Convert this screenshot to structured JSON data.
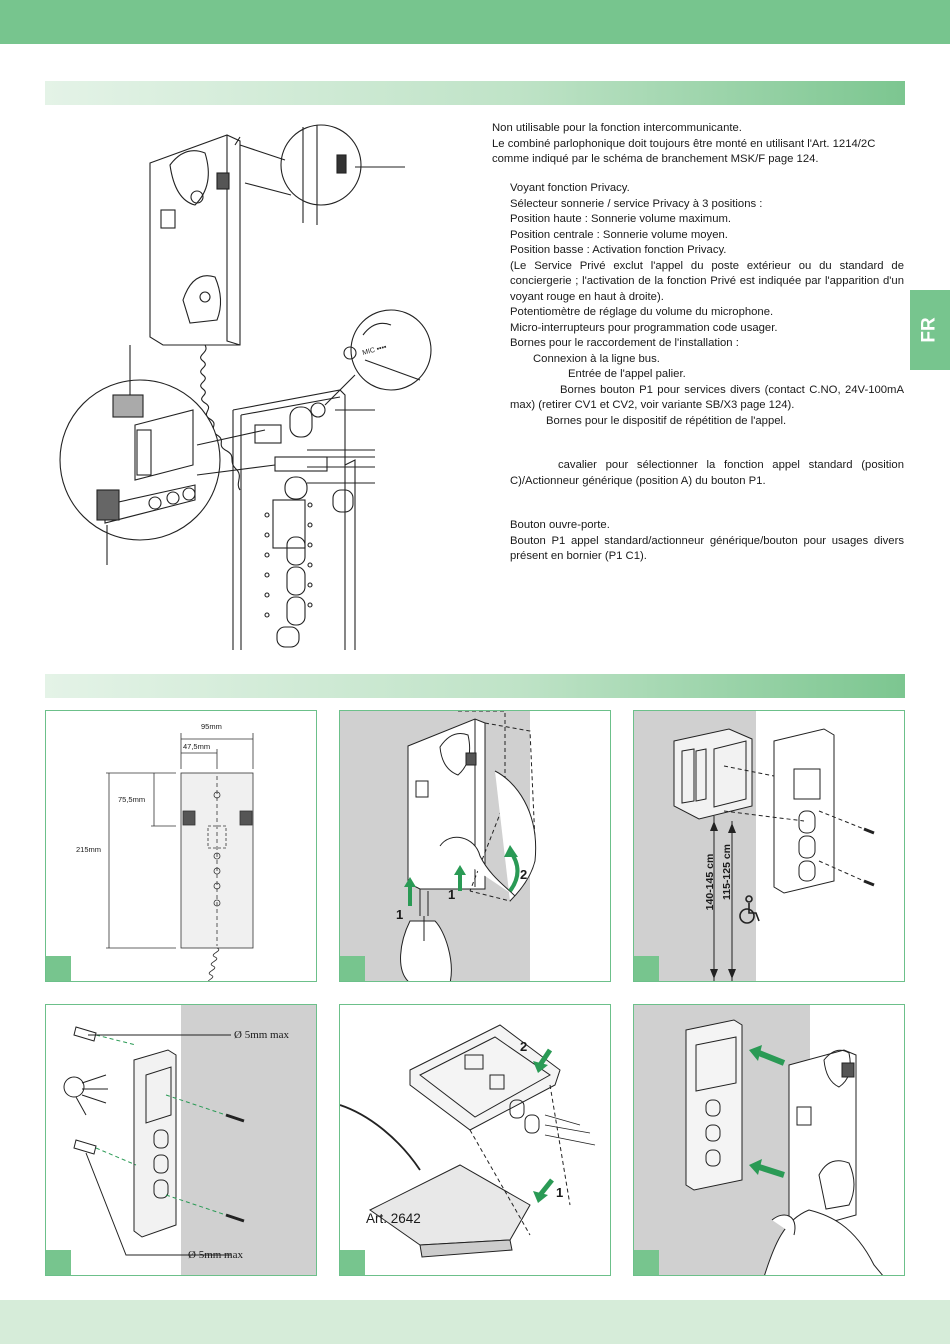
{
  "header": {
    "fr_tab": "FR"
  },
  "description": {
    "intro": [
      "Non utilisable pour la fonction intercommunicante.",
      "Le combiné parlophonique doit toujours être monté en utilisant l'Art. 1214/2C",
      "comme indiqué par le schéma de branchement MSK/F page 124."
    ],
    "items": [
      "Voyant fonction Privacy.",
      "Sélecteur sonnerie / service Privacy à 3 positions :",
      "Position haute : Sonnerie volume maximum.",
      "Position centrale : Sonnerie volume moyen.",
      "Position basse : Activation fonction Privacy."
    ],
    "privacy_note": "(Le Service Privé exclut l'appel du poste extérieur ou du standard de conciergerie ; l'activation de la fonction Privé est indiquée par l'apparition d'un voyant rouge en haut à droite).",
    "items2": [
      "Potentiomètre de réglage du volume du microphone.",
      "Micro-interrupteurs pour programmation code usager.",
      "Bornes pour le raccordement de l'installation :"
    ],
    "bus": "Connexion à la ligne bus.",
    "palier": "Entrée de l'appel palier.",
    "p1_terminals": "Bornes bouton P1 pour services divers (contact C.NO, 24V-100mA max) (retirer CV1 et CV2, voir variante SB/X3 page 124).",
    "repeat": "Bornes pour le dispositif de répétition de l'appel.",
    "jumper": "cavalier pour sélectionner la fonction appel standard (position C)/Actionneur générique (position A) du bouton P1.",
    "door": "Bouton ouvre-porte.",
    "p1_button": "Bouton P1 appel standard/actionneur générique/bouton pour usages divers présent en bornier (P1 C1)."
  },
  "figures": {
    "dimensions": {
      "width": "95mm",
      "half_width": "47,5mm",
      "upper": "75,5mm",
      "height": "215mm"
    },
    "removal": {
      "step1": "1",
      "step1b": "1",
      "step2": "2"
    },
    "heights": {
      "standard": "140-145 cm",
      "accessible": "115-125 cm"
    },
    "wall": {
      "hole_top": "Ø 5mm max",
      "hole_bottom": "Ø 5mm max"
    },
    "desk": {
      "step2": "2",
      "step1": "1",
      "article": "Art. 2642"
    }
  },
  "colors": {
    "brand_green": "#77c58e",
    "panel_border": "#6cc08a",
    "grey_wall": "#d0d0d0"
  }
}
